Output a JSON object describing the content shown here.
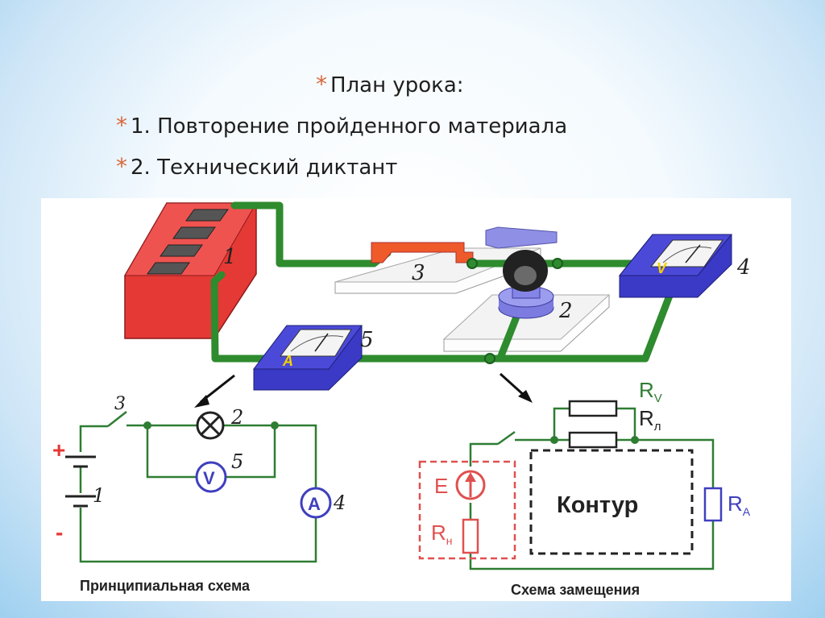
{
  "bullets": [
    {
      "marker": "*",
      "text": "План урока:"
    },
    {
      "marker": "*",
      "text": "1. Повторение пройденного материала"
    },
    {
      "marker": "*",
      "text": "2. Технический диктант"
    }
  ],
  "diagram": {
    "device_numbers": {
      "battery": "1",
      "lamp": "2",
      "switch": "3",
      "voltmeter": "4",
      "ammeter": "5"
    },
    "meter_letters": {
      "ammeter": "A",
      "voltmeter": "V"
    },
    "principle": {
      "caption": "Принципиальная схема",
      "plus": "+",
      "minus": "-",
      "labels": {
        "battery": "1",
        "lamp": "2",
        "switch": "3",
        "ammeter": "4",
        "voltmeter": "5"
      },
      "symbols": {
        "voltmeter": "V",
        "ammeter": "A"
      }
    },
    "equivalent": {
      "caption": "Схема замещения",
      "contour_label": "Контур",
      "source_label": "E",
      "rv": {
        "main": "R",
        "sub": "V"
      },
      "rl": {
        "main": "R",
        "sub": "л"
      },
      "ra": {
        "main": "R",
        "sub": "А"
      },
      "rn": {
        "main": "R",
        "sub": "н"
      }
    },
    "colors": {
      "wire": "#2e8b2e",
      "battery": "#e53935",
      "meter": "#3b3ac6",
      "switch": "#ef5a2a",
      "scheme_line": "#2e7d32",
      "scheme_symbol": "#3f3fbf",
      "dashed_red": "#e05050"
    }
  }
}
